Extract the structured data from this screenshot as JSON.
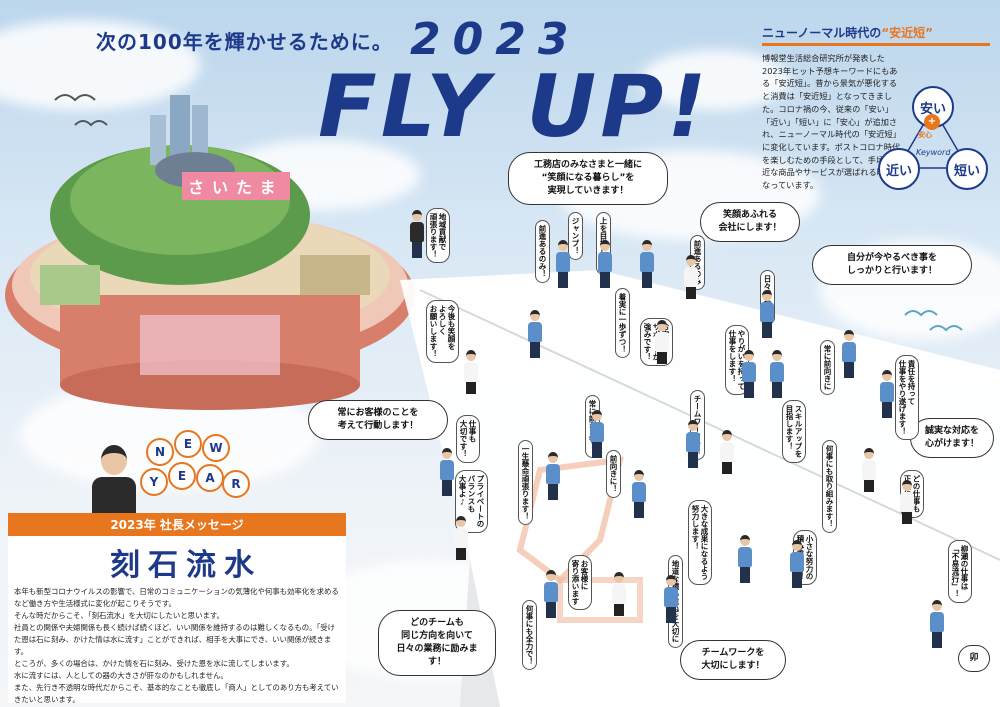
{
  "header": {
    "subtitle": "次の100年を輝かせるために。",
    "year": "2023",
    "headline": "FLY UP!"
  },
  "info": {
    "title_prefix": "ニューノーマル時代の",
    "title_keyword": "“安近短”",
    "body": "博報堂生活総合研究所が発表した2023年ヒット予想キーワードにもある「安近短」。昔から景気が悪化すると消費は「安近短」となってきました。コロナ禍の今、従来の「安い」「近い」「短い」に「安心」が追加され、ニューノーマル時代の「安近短」に変化しています。ポストコロナ時代を楽しむための手段として、手頃で身近な商品やサービスが選ばれる時代になっています。",
    "kw_yasui": "安い",
    "kw_anshin": "安心",
    "kw_chikai": "近い",
    "kw_mijikai": "短い",
    "kw_center": "Keyword",
    "kw_plus": "+"
  },
  "island": {
    "sign": "さいたま"
  },
  "bubbles": {
    "b1": "工務店のみなさまと一緒に\n“笑顔になる暮らし”を\n実現していきます！",
    "b2": "笑顔あふれる\n会社にします！",
    "b3": "自分が今やるべき事を\nしっかりと行います！",
    "b4": "常にお客様のことを\n考えて行動します！",
    "b5": "誠実な対応を\n心がけます！",
    "b6": "どのチームも\n同じ方向を向いて\n日々の業務に励みます！",
    "b7": "チームワークを\n大切にします！",
    "b8": "卯"
  },
  "vtexts": {
    "v1": "地域貢献で\n頑張ります！",
    "v2": "今後も笑顔を\nよろしく\nお願いします！",
    "v3": "ジャンプ！",
    "v4": "上を目指して！",
    "v5": "前進あるのみ！",
    "v6": "日々成長中！",
    "v7": "お客様の\nサポートが\n強みです！",
    "v8": "チームワークを！",
    "v9": "やりがいを持って\n仕事をします！",
    "v10": "常に前向きに",
    "v11": "責任を持って\n仕事をやり遂げます！",
    "v12": "スキルアップを\n目指します！",
    "v13": "何事にも取り組みます！",
    "v14": "どの仕事も\n正確に！",
    "v15": "仕事も\n大切です！",
    "v16": "一生懸命頑張ります！",
    "v17": "プライベートの\nバランスも\n大事よ♪",
    "v18": "大きな成果になるよう\n努力します！",
    "v19": "小さな努力の\n積み重ねを！",
    "v20": "地道な積み重ねを大切に",
    "v21": "お客様に\n寄り添います",
    "v22": "前向きに！",
    "v23": "何事にも全力で！",
    "v24": "前進あるのみ",
    "v25": "柳瀬の仕事は\n「不易流行」！",
    "v26": "着実に一歩ずつ！",
    "v27": "常に前を見て！"
  },
  "message": {
    "header": "2023年 社長メッセージ",
    "title": "刻石流水",
    "body": "本年も新型コロナウイルスの影響で、日常のコミュニケーションの気薄化や何事も効率化を求めるなど働き方や生活様式に変化が起こりそうです。\nそんな時だからこそ、「刻石流水」を大切にしたいと思います。\n社員との関係や夫婦関係も長く続けば続くほど、いい関係を維持するのは難しくなるもの。「受けた恩は石に刻み、かけた情は水に流す」ことができれば、相手を大事にでき、いい関係が続きます。\nところが、多くの場合は、かけた情を石に刻み、受けた恩を水に流してしまいます。\n水に流すには、人としての器の大きさが肝なのかもしれません。\nまた、先行き不透明な時代だからこそ、基本的なことも徹底し「商人」としてのあり方も考えていきたいと思います。\n本年も社員一同、誠心誠意業務に励んでまいりますので、よろしくお願い致します。"
  },
  "balloons": {
    "new_letters": [
      "N",
      "E",
      "W"
    ],
    "year_letters": [
      "Y",
      "E",
      "A",
      "R"
    ]
  },
  "colors": {
    "navy": "#1d3a8a",
    "orange": "#e8761f"
  }
}
